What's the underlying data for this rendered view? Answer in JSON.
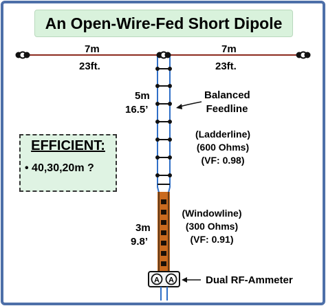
{
  "title": "An Open-Wire-Fed Short Dipole",
  "left_leg": {
    "metric": "7m",
    "imperial": "23ft."
  },
  "right_leg": {
    "metric": "7m",
    "imperial": "23ft."
  },
  "ladder_length": {
    "metric": "5m",
    "imperial": "16.5’"
  },
  "feedline_label": {
    "line1": "Balanced",
    "line2": "Feedline"
  },
  "ladderline": {
    "name": "(Ladderline)",
    "impedance": "(600 Ohms)",
    "vf": "(VF: 0.98)"
  },
  "efficient": {
    "heading": "EFFICIENT:",
    "item": "•  40,30,20m  ?"
  },
  "windowline_length": {
    "metric": "3m",
    "imperial": "9.8’"
  },
  "windowline": {
    "name": "(Windowline)",
    "impedance": "(300 Ohms)",
    "vf": "(VF: 0.91)"
  },
  "ammeter": {
    "glyph": "A",
    "label": "Dual RF-Ammeter"
  },
  "colors": {
    "frame": "#4d6fa8",
    "antenna_wire": "#8b2a1e",
    "ladder_wire": "#2f6fc7",
    "windowline_ribbon": "#c96a1f",
    "title_bg": "#d9f2dc",
    "box_bg": "#dff3e3"
  }
}
